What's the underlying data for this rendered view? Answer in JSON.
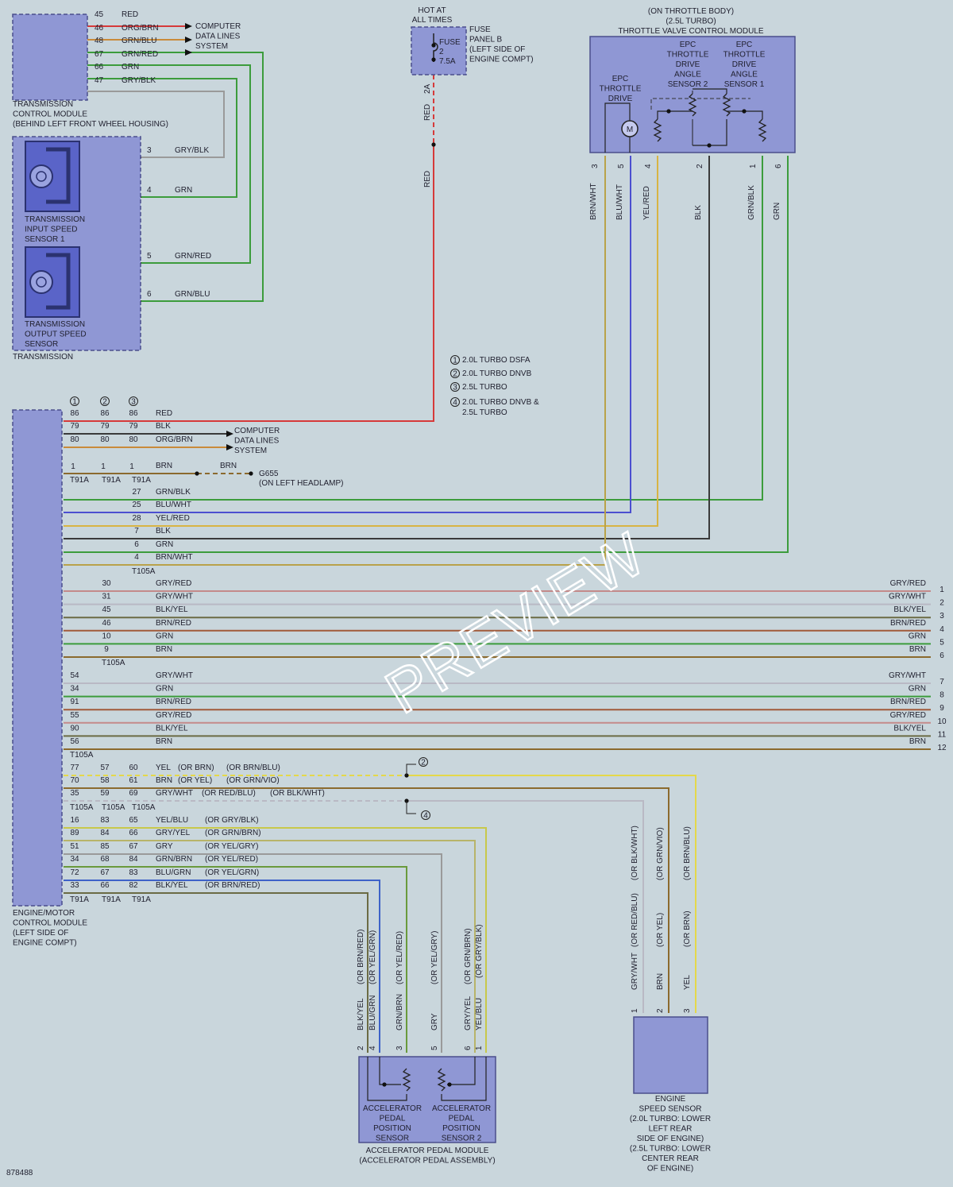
{
  "diagram_id": "878488",
  "watermark": "PREVIEW",
  "tcm": {
    "name_lines": [
      "TRANSMISSION",
      "CONTROL MODULE",
      "(BEHIND LEFT FRONT WHEEL HOUSING)"
    ],
    "pins": [
      {
        "pin": "45",
        "wire": "RED"
      },
      {
        "pin": "46",
        "wire": "ORG/BRN"
      },
      {
        "pin": "48",
        "wire": "GRN/BLU"
      },
      {
        "pin": "67",
        "wire": "GRN/RED"
      },
      {
        "pin": "66",
        "wire": "GRN"
      },
      {
        "pin": "47",
        "wire": "GRY/BLK"
      }
    ],
    "cdl_lines": [
      "COMPUTER",
      "DATA LINES",
      "SYSTEM"
    ]
  },
  "transmission": {
    "name": "TRANSMISSION",
    "input_sensor_lines": [
      "TRANSMISSION",
      "INPUT SPEED",
      "SENSOR 1"
    ],
    "output_sensor_lines": [
      "TRANSMISSION",
      "OUTPUT SPEED",
      "SENSOR"
    ],
    "pins": [
      {
        "pin": "3",
        "wire": "GRY/BLK"
      },
      {
        "pin": "4",
        "wire": "GRN"
      },
      {
        "pin": "5",
        "wire": "GRN/RED"
      },
      {
        "pin": "6",
        "wire": "GRN/BLU"
      }
    ]
  },
  "fuse": {
    "hot_lines": [
      "HOT AT",
      "ALL TIMES"
    ],
    "label_lines": [
      "FUSE",
      "2",
      "7.5A"
    ],
    "panel_lines": [
      "FUSE",
      "PANEL B",
      "(LEFT SIDE OF",
      "ENGINE COMPT)"
    ],
    "pin": "2A",
    "wire": "RED"
  },
  "throttle": {
    "header_lines": [
      "(ON THROTTLE BODY)",
      "(2.5L TURBO)",
      "THROTTLE VALVE CONTROL MODULE"
    ],
    "drive_lines": [
      "EPC",
      "THROTTLE",
      "DRIVE"
    ],
    "sensor2_lines": [
      "EPC",
      "THROTTLE",
      "DRIVE",
      "ANGLE",
      "SENSOR 2"
    ],
    "sensor1_lines": [
      "EPC",
      "THROTTLE",
      "DRIVE",
      "ANGLE",
      "SENSOR 1"
    ],
    "motor": "M",
    "pins": [
      {
        "pin": "3",
        "wire": "BRN/WHT"
      },
      {
        "pin": "5",
        "wire": "BLU/WHT"
      },
      {
        "pin": "4",
        "wire": "YEL/RED"
      },
      {
        "pin": "2",
        "wire": "BLK"
      },
      {
        "pin": "1",
        "wire": "GRN/BLK"
      },
      {
        "pin": "6",
        "wire": "GRN"
      }
    ]
  },
  "legend": [
    {
      "num": "1",
      "text": "2.0L TURBO DSFA"
    },
    {
      "num": "2",
      "text": "2.0L TURBO DNVB"
    },
    {
      "num": "3",
      "text": "2.5L TURBO"
    },
    {
      "num": "4",
      "text": "2.0L TURBO DNVB &",
      "text2": "2.5L TURBO"
    }
  ],
  "ecm": {
    "name_lines": [
      "ENGINE/MOTOR",
      "CONTROL MODULE",
      "(LEFT SIDE OF",
      "ENGINE COMPT)"
    ],
    "variant_nums": [
      "1",
      "2",
      "3"
    ],
    "top_rows": [
      {
        "pins": [
          "86",
          "86",
          "86"
        ],
        "wire": "RED"
      },
      {
        "pins": [
          "79",
          "79",
          "79"
        ],
        "wire": "BLK"
      },
      {
        "pins": [
          "80",
          "80",
          "80"
        ],
        "wire": "ORG/BRN"
      }
    ],
    "cdl_lines": [
      "COMPUTER",
      "DATA LINES",
      "SYSTEM"
    ],
    "ground": {
      "pins": [
        "1",
        "1",
        "1"
      ],
      "wire": "BRN",
      "wire2": "BRN",
      "connectors": [
        "T91A",
        "T91A",
        "T91A"
      ],
      "label": "G655",
      "label2": "(ON LEFT HEADLAMP)"
    },
    "throttle_rows": [
      {
        "pin": "27",
        "wire": "GRN/BLK"
      },
      {
        "pin": "25",
        "wire": "BLU/WHT"
      },
      {
        "pin": "28",
        "wire": "YEL/RED"
      },
      {
        "pin": "7",
        "wire": "BLK"
      },
      {
        "pin": "6",
        "wire": "GRN"
      },
      {
        "pin": "4",
        "wire": "BRN/WHT"
      }
    ],
    "throttle_conn": "T105A",
    "group1_rows": [
      {
        "pin": "30",
        "wire": "GRY/RED",
        "out": "1"
      },
      {
        "pin": "31",
        "wire": "GRY/WHT",
        "out": "2"
      },
      {
        "pin": "45",
        "wire": "BLK/YEL",
        "out": "3"
      },
      {
        "pin": "46",
        "wire": "BRN/RED",
        "out": "4"
      },
      {
        "pin": "10",
        "wire": "GRN",
        "out": "5"
      },
      {
        "pin": "9",
        "wire": "BRN",
        "out": "6"
      }
    ],
    "group1_conn": "T105A",
    "group2_rows": [
      {
        "pin": "54",
        "wire": "GRY/WHT",
        "out": "7"
      },
      {
        "pin": "34",
        "wire": "GRN",
        "out": "8"
      },
      {
        "pin": "91",
        "wire": "BRN/RED",
        "out": "9"
      },
      {
        "pin": "55",
        "wire": "GRY/RED",
        "out": "10"
      },
      {
        "pin": "90",
        "wire": "BLK/YEL",
        "out": "11"
      },
      {
        "pin": "56",
        "wire": "BRN",
        "out": "12"
      }
    ],
    "group2_conn": "T105A",
    "speed_rows": [
      {
        "pins": [
          "77",
          "57",
          "60"
        ],
        "wire": "YEL",
        "alt1": "(OR BRN)",
        "alt2": "(OR BRN/BLU)"
      },
      {
        "pins": [
          "70",
          "58",
          "61"
        ],
        "wire": "BRN",
        "alt1": "(OR YEL)",
        "alt2": "(OR GRN/VIO)"
      },
      {
        "pins": [
          "35",
          "59",
          "69"
        ],
        "wire": "GRY/WHT",
        "alt1": "(OR RED/BLU)",
        "alt2": "(OR BLK/WHT)"
      }
    ],
    "speed_conns": [
      "T105A",
      "T105A",
      "T105A"
    ],
    "splice_tags": [
      "2",
      "4"
    ],
    "pedal_rows": [
      {
        "pins": [
          "16",
          "83",
          "65"
        ],
        "wire": "YEL/BLU",
        "alt": "(OR GRY/BLK)"
      },
      {
        "pins": [
          "89",
          "84",
          "66"
        ],
        "wire": "GRY/YEL",
        "alt": "(OR GRN/BRN)"
      },
      {
        "pins": [
          "51",
          "85",
          "67"
        ],
        "wire": "GRY",
        "alt": "(OR YEL/GRY)"
      },
      {
        "pins": [
          "34",
          "68",
          "84"
        ],
        "wire": "GRN/BRN",
        "alt": "(OR YEL/RED)"
      },
      {
        "pins": [
          "72",
          "67",
          "83"
        ],
        "wire": "BLU/GRN",
        "alt": "(OR YEL/GRN)"
      },
      {
        "pins": [
          "33",
          "66",
          "82"
        ],
        "wire": "BLK/YEL",
        "alt": "(OR BRN/RED)"
      }
    ],
    "pedal_conns": [
      "T91A",
      "T91A",
      "T91A"
    ]
  },
  "pedal_module": {
    "sensor1_lines": [
      "ACCELERATOR",
      "PEDAL",
      "POSITION",
      "SENSOR"
    ],
    "sensor2_lines": [
      "ACCELERATOR",
      "PEDAL",
      "POSITION",
      "SENSOR 2"
    ],
    "module_lines": [
      "ACCELERATOR PEDAL MODULE",
      "(ACCELERATOR PEDAL ASSEMBLY)"
    ],
    "wires": [
      {
        "pin": "2",
        "wire": "BLK/YEL",
        "alt": "(OR BRN/RED)"
      },
      {
        "pin": "4",
        "wire": "BLU/GRN",
        "alt": "(OR YEL/GRN)"
      },
      {
        "pin": "3",
        "wire": "GRN/BRN",
        "alt": "(OR YEL/RED)"
      },
      {
        "pin": "5",
        "wire": "GRY",
        "alt": "(OR YEL/GRY)"
      },
      {
        "pin": "6",
        "wire": "GRY/YEL",
        "alt": "(OR GRN/BRN)"
      },
      {
        "pin": "1",
        "wire": "YEL/BLU",
        "alt": "(OR GRY/BLK)"
      }
    ]
  },
  "speed_sensor": {
    "name_lines": [
      "ENGINE",
      "SPEED SENSOR",
      "(2.0L TURBO: LOWER",
      "LEFT REAR",
      "SIDE OF ENGINE)",
      "(2.5L TURBO: LOWER",
      "CENTER REAR",
      "OF ENGINE)"
    ],
    "wires": [
      {
        "pin": "1",
        "wire": "GRY/WHT",
        "alt": "(OR RED/BLU)",
        "alt2": "(OR BLK/WHT)"
      },
      {
        "pin": "2",
        "wire": "BRN",
        "alt": "(OR YEL)",
        "alt2": "(OR GRN/VIO)"
      },
      {
        "pin": "3",
        "wire": "YEL",
        "alt": "(OR BRN)",
        "alt2": "(OR BRN/BLU)"
      }
    ]
  },
  "colors": {
    "RED": "#d63a3a",
    "BLK": "#3a3a3a",
    "ORG/BRN": "#c98a3a",
    "BRN": "#8b6a2e",
    "GRN": "#3c9c3c",
    "GRY": "#9a9a9a",
    "GRN/BLK": "#3c9c3c",
    "BLU/WHT": "#4b4fd0",
    "YEL/RED": "#d8b444",
    "BRN/WHT": "#b9a24a",
    "GRY/RED": "#c48a8a",
    "GRY/WHT": "#b9b9c4",
    "BLK/YEL": "#6b6b44",
    "BRN/RED": "#a15a3a",
    "YEL": "#e4d84a",
    "YEL/BLU": "#c8c84a",
    "GRY/YEL": "#b8b46a",
    "GRN/BRN": "#6a9a3c",
    "BLU/GRN": "#3d62c8",
    "GRN/RED": "#3c9c3c",
    "GRN/BLU": "#3c9c3c",
    "GRY/BLK": "#9a9a9a"
  }
}
